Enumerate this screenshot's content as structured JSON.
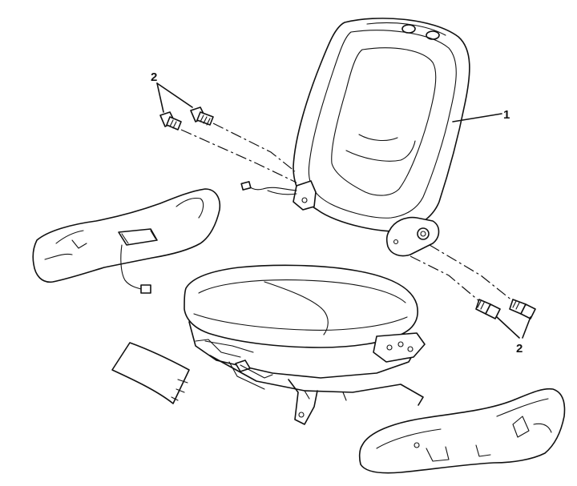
{
  "callouts": {
    "seatback": "1",
    "bolts_upper_left": "2",
    "bolts_lower_right": "2"
  }
}
